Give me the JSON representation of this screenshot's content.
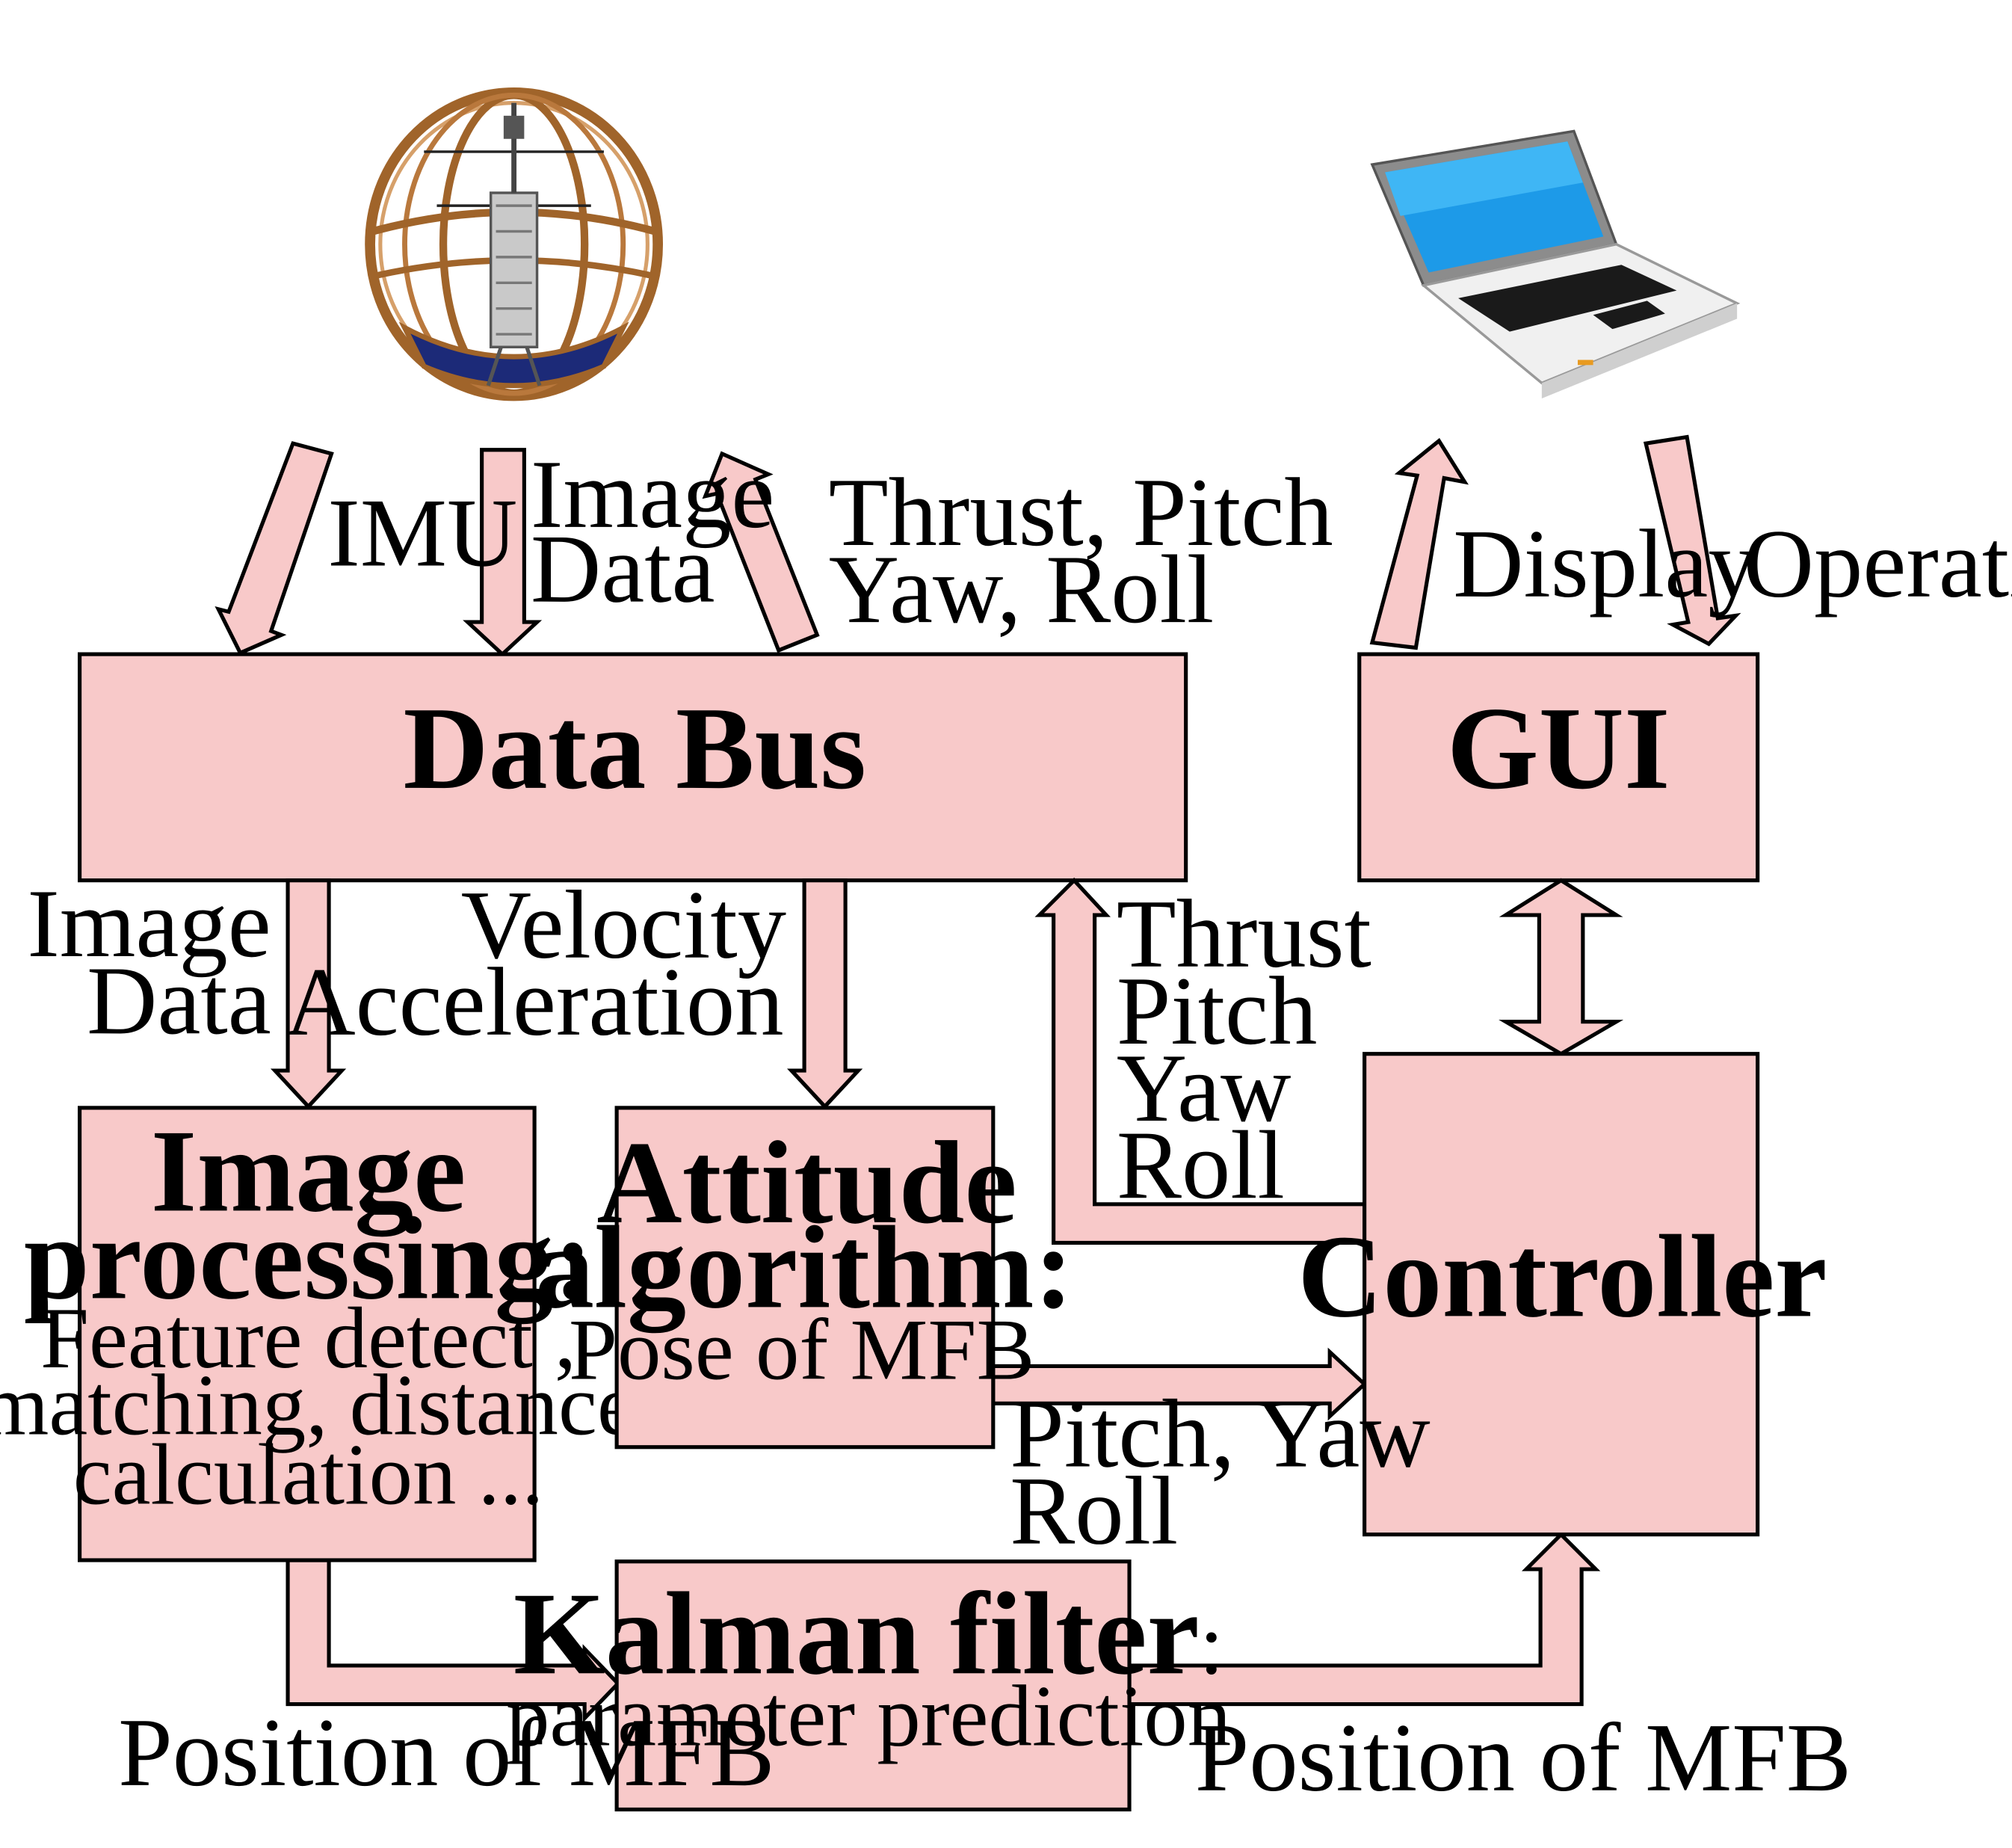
{
  "images": {
    "robot": {
      "icon": "spherical-flapping-robot-icon"
    },
    "laptop": {
      "icon": "laptop-icon"
    }
  },
  "boxes": {
    "data_bus": {
      "title": "Data Bus"
    },
    "gui": {
      "title": "GUI"
    },
    "image_processing": {
      "title_line1": "Image",
      "title_line2": "processing:",
      "sub_line1": "Feature detect ,",
      "sub_line2": "matching, distance",
      "sub_line3": "calculation ..."
    },
    "attitude": {
      "title_line1": "Attitude",
      "title_line2": "algorithm:",
      "sub_line1": "Pose of MFB"
    },
    "kalman": {
      "title": "Kalman filter",
      "title_colon": ":",
      "sub_line1": "parameter prediction"
    },
    "controller": {
      "title": "Controller"
    }
  },
  "labels": {
    "imu": "IMU",
    "image_data_top_1": "Image",
    "image_data_top_2": "Data",
    "thrust_pitch": "Thrust, Pitch",
    "yaw_roll": "Yaw, Roll",
    "display": "Display",
    "operation": "Operation",
    "image_data_left_1": "Image",
    "image_data_left_2": "Data",
    "velocity": "Velocity",
    "acceleration": "Acceleration",
    "fb_thrust": "Thrust",
    "fb_pitch": "Pitch",
    "fb_yaw": "Yaw",
    "fb_roll": "Roll",
    "pitch_yaw": "Pitch, Yaw",
    "roll": "Roll",
    "position_left": "Position of MFB",
    "position_right": "Position of MFB"
  },
  "colors": {
    "box_fill": "#f8c9c9",
    "stroke": "#000000"
  }
}
